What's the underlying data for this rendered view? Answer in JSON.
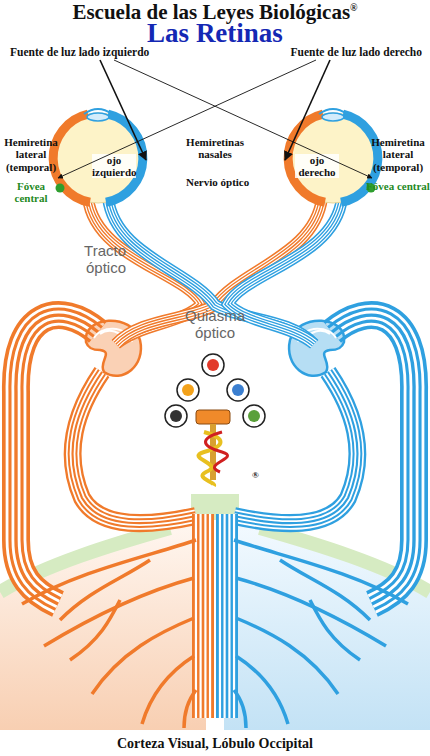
{
  "diagram": {
    "title": "Escuela de las Leyes Biológicas",
    "nodes": [
      {
        "text": [
          "ojo izquierdo"
        ]
      },
      {
        "text": [
          "ojo derecho"
        ]
      }
    ],
    "labels": [
      "®",
      "Las Retinas",
      "Fuente de luz lado izquierdo",
      "Fuente de luz lado derecho",
      "Hemiretina lateral (temporal)",
      "Hemiretinas nasales",
      "Hemiretina lateral (temporal)",
      "Fóvea central",
      "Nervio óptico",
      "Fóvea central",
      "Tracto óptico",
      "Quiasma óptico",
      "®",
      "Corteza Visual, Lóbulo Occipital"
    ]
  }
}
